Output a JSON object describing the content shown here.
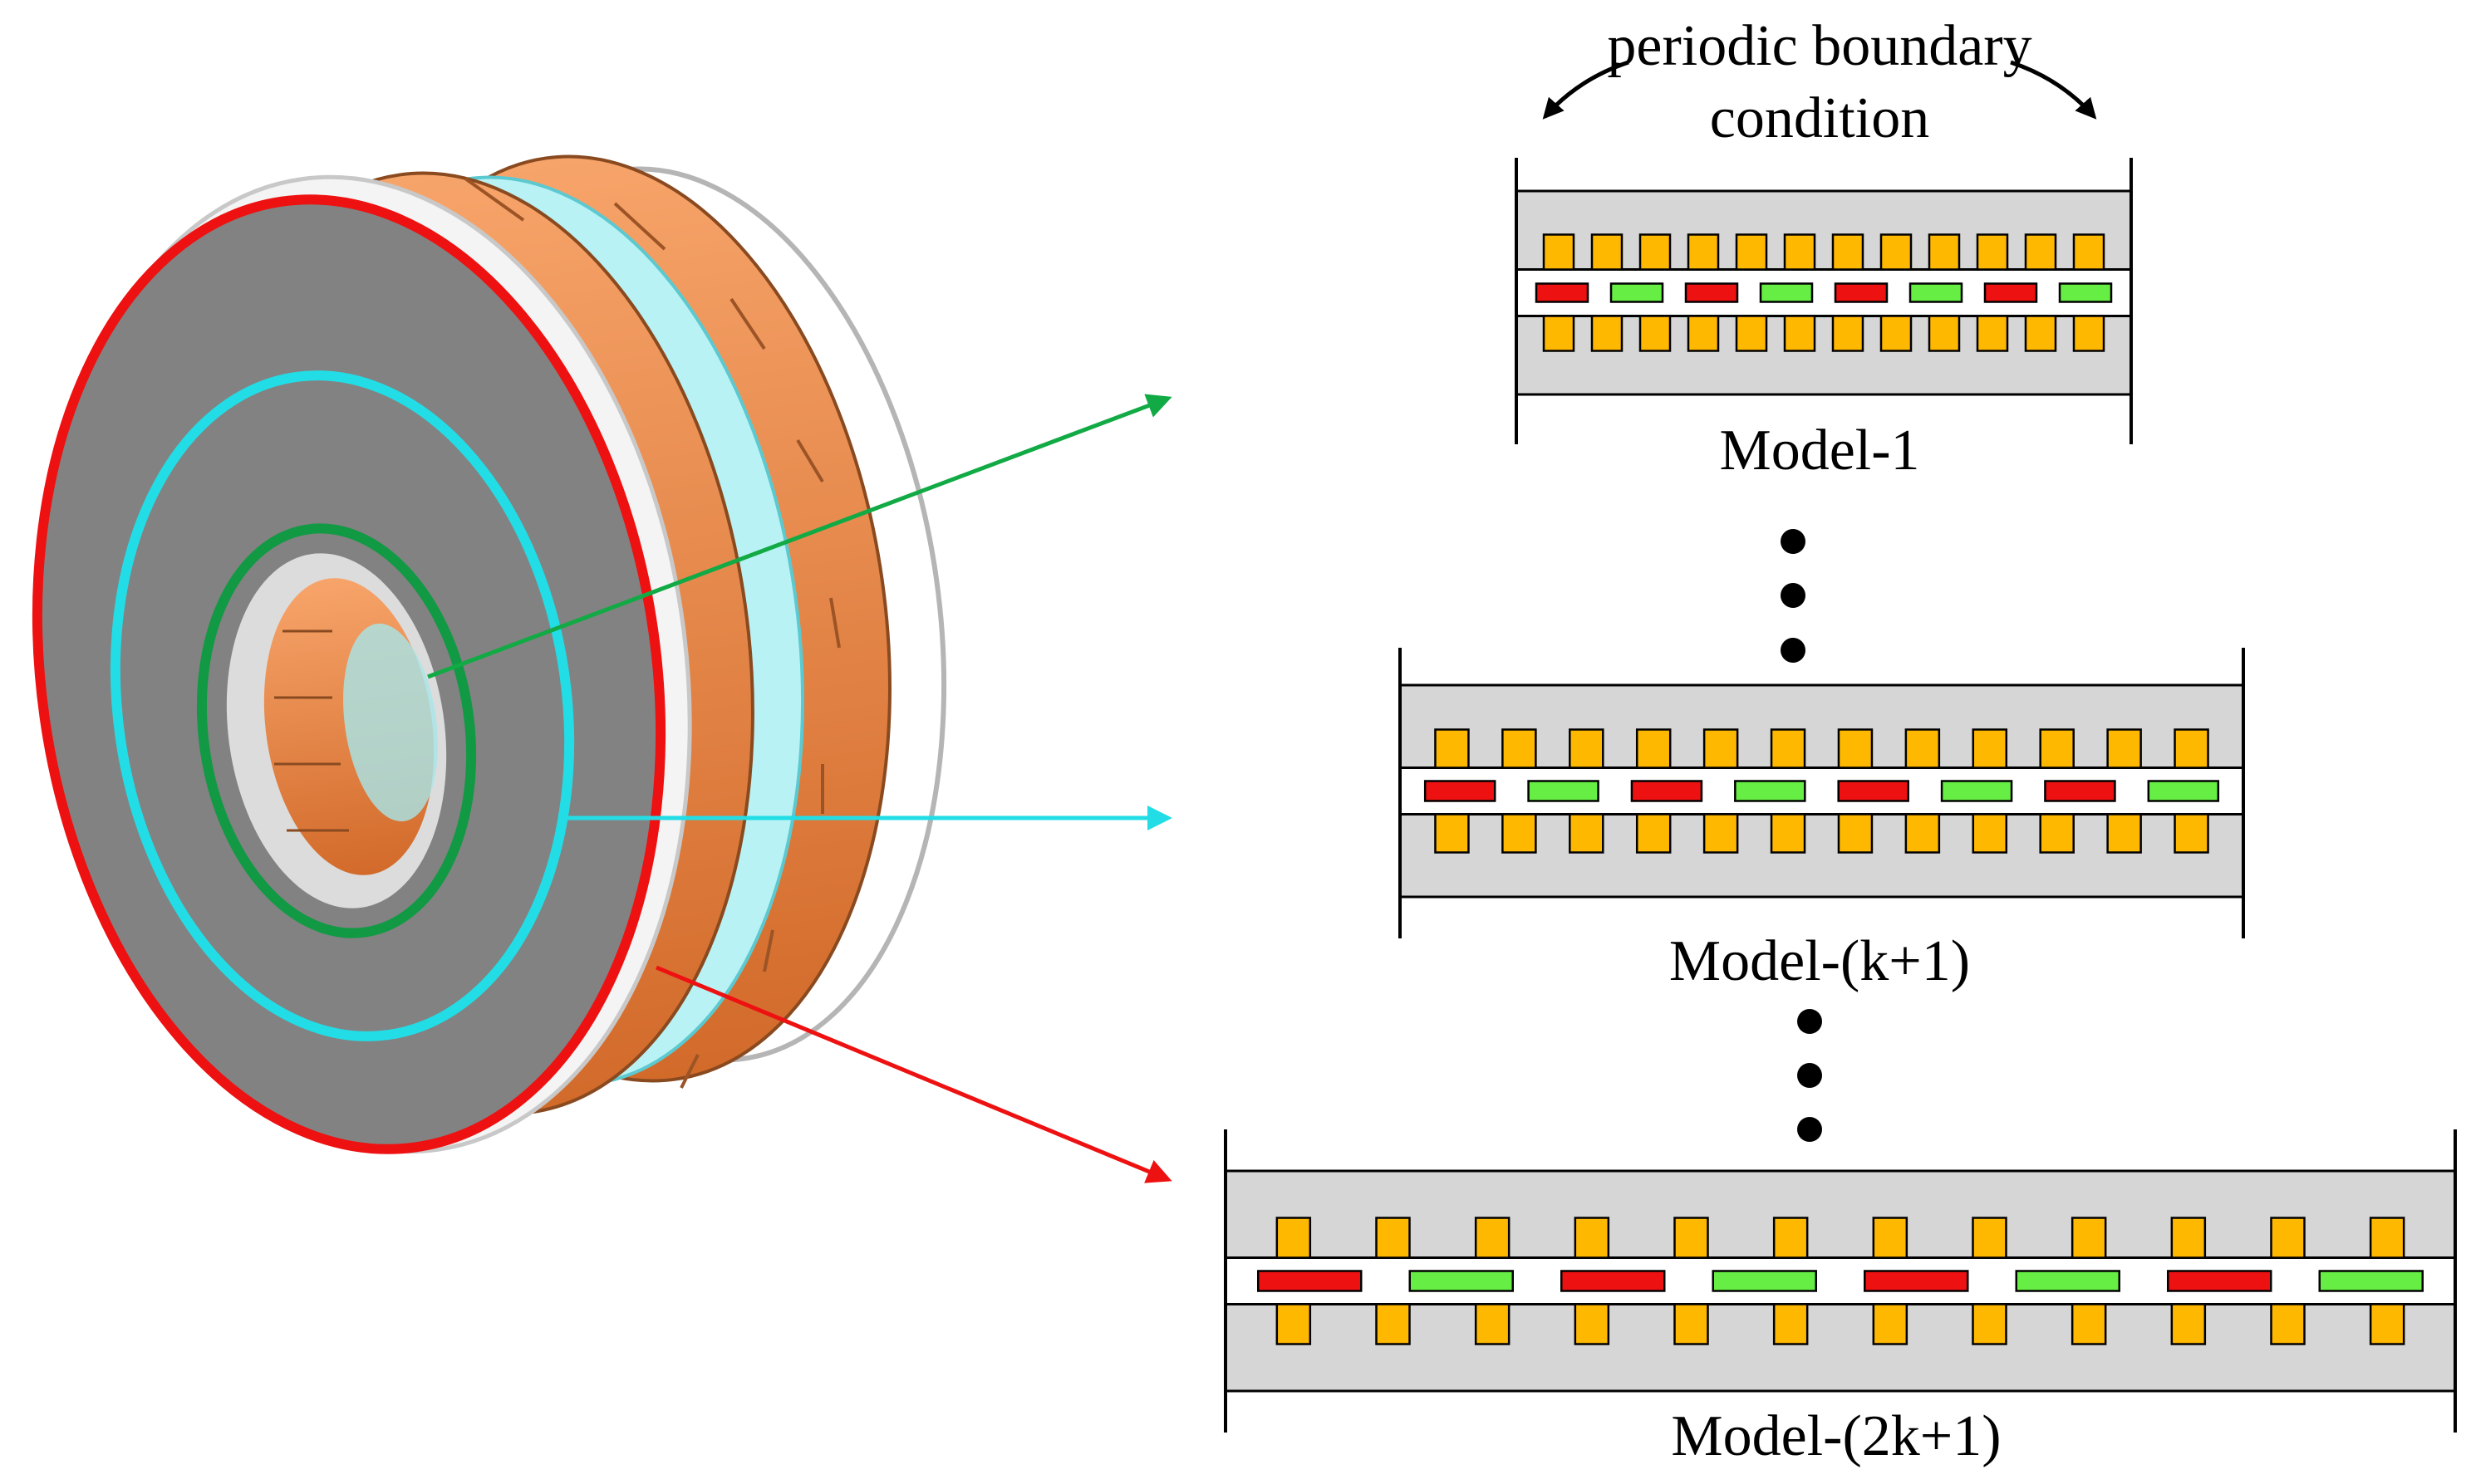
{
  "annotation": {
    "line1": "periodic boundary",
    "line2": "condition"
  },
  "models": [
    {
      "label": "Model-1"
    },
    {
      "label": "Model-(k+1)"
    },
    {
      "label": "Model-(2k+1)"
    }
  ],
  "colors": {
    "ring_outer": "#ee1111",
    "ring_middle": "#22dde6",
    "ring_inner": "#119944",
    "arrow_green": "#11aa44",
    "arrow_cyan": "#22dde6",
    "arrow_red": "#ee1111",
    "tooth": "#ffb800",
    "magnet_n": "#ee1111",
    "magnet_s": "#66ee44",
    "core": "#d6d6d6",
    "copper": "#e8874a",
    "disc_face": "#828282"
  }
}
